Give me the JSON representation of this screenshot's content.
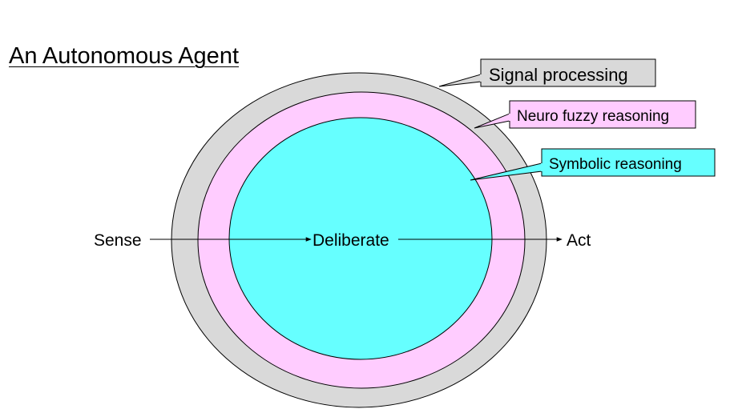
{
  "title": "An Autonomous Agent",
  "layers": {
    "outer": {
      "label": "Signal processing",
      "color": "#d9d9d9"
    },
    "middle": {
      "label": "Neuro fuzzy reasoning",
      "color": "#ffccff"
    },
    "inner": {
      "label": "Symbolic reasoning",
      "color": "#66ffff"
    }
  },
  "flow": {
    "sense": "Sense",
    "deliberate": "Deliberate",
    "act": "Act"
  }
}
